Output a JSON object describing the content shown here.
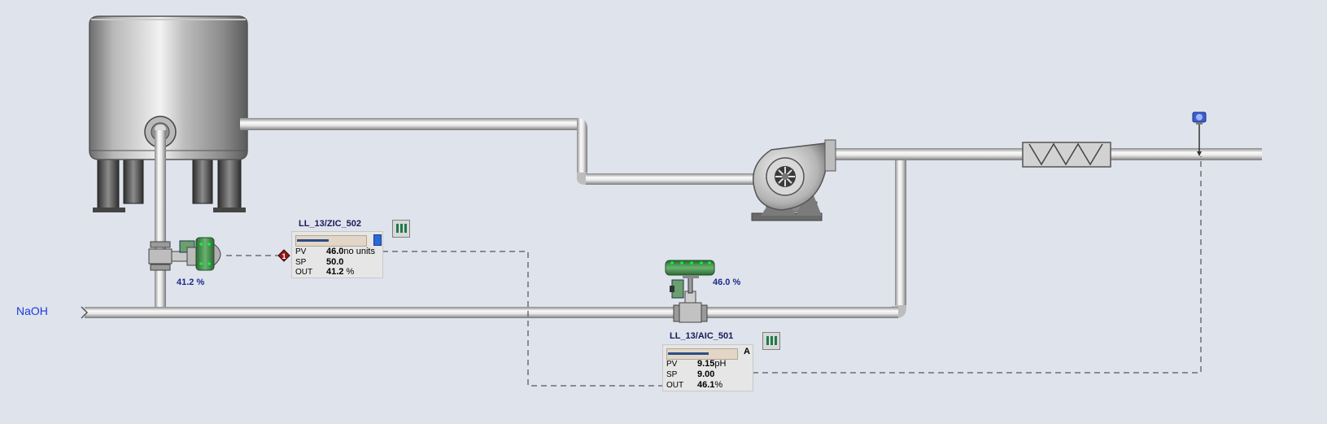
{
  "stream": {
    "label": "NaOH"
  },
  "faceplates": [
    {
      "tag": "LL_13/ZIC_502",
      "bar_fraction": 0.46,
      "mode": "",
      "rows": [
        {
          "label": "PV",
          "value": "46.0",
          "unit": "no units"
        },
        {
          "label": "SP",
          "value": "50.0",
          "unit": ""
        },
        {
          "label": "OUT",
          "value": "41.2",
          "unit": "%"
        }
      ],
      "alarm_badge": "1"
    },
    {
      "tag": "LL_13/AIC_501",
      "bar_fraction": 0.6,
      "mode": "A",
      "rows": [
        {
          "label": "PV",
          "value": "9.15",
          "unit": "pH"
        },
        {
          "label": "SP",
          "value": "9.00",
          "unit": ""
        },
        {
          "label": "OUT",
          "value": "46.1",
          "unit": "%"
        }
      ]
    }
  ],
  "valves": [
    {
      "output_text": "41.2 %"
    },
    {
      "output_text": "46.0 %"
    }
  ],
  "colors": {
    "background": "#dfe3ec",
    "pipe_light": "#f4f4f4",
    "pipe_dark": "#8a8a8a",
    "actuator_green": "#3f8f4a",
    "tag_text": "#1a1a5a",
    "stream_text": "#1a3adb",
    "alarm": "#8b1a1a"
  }
}
